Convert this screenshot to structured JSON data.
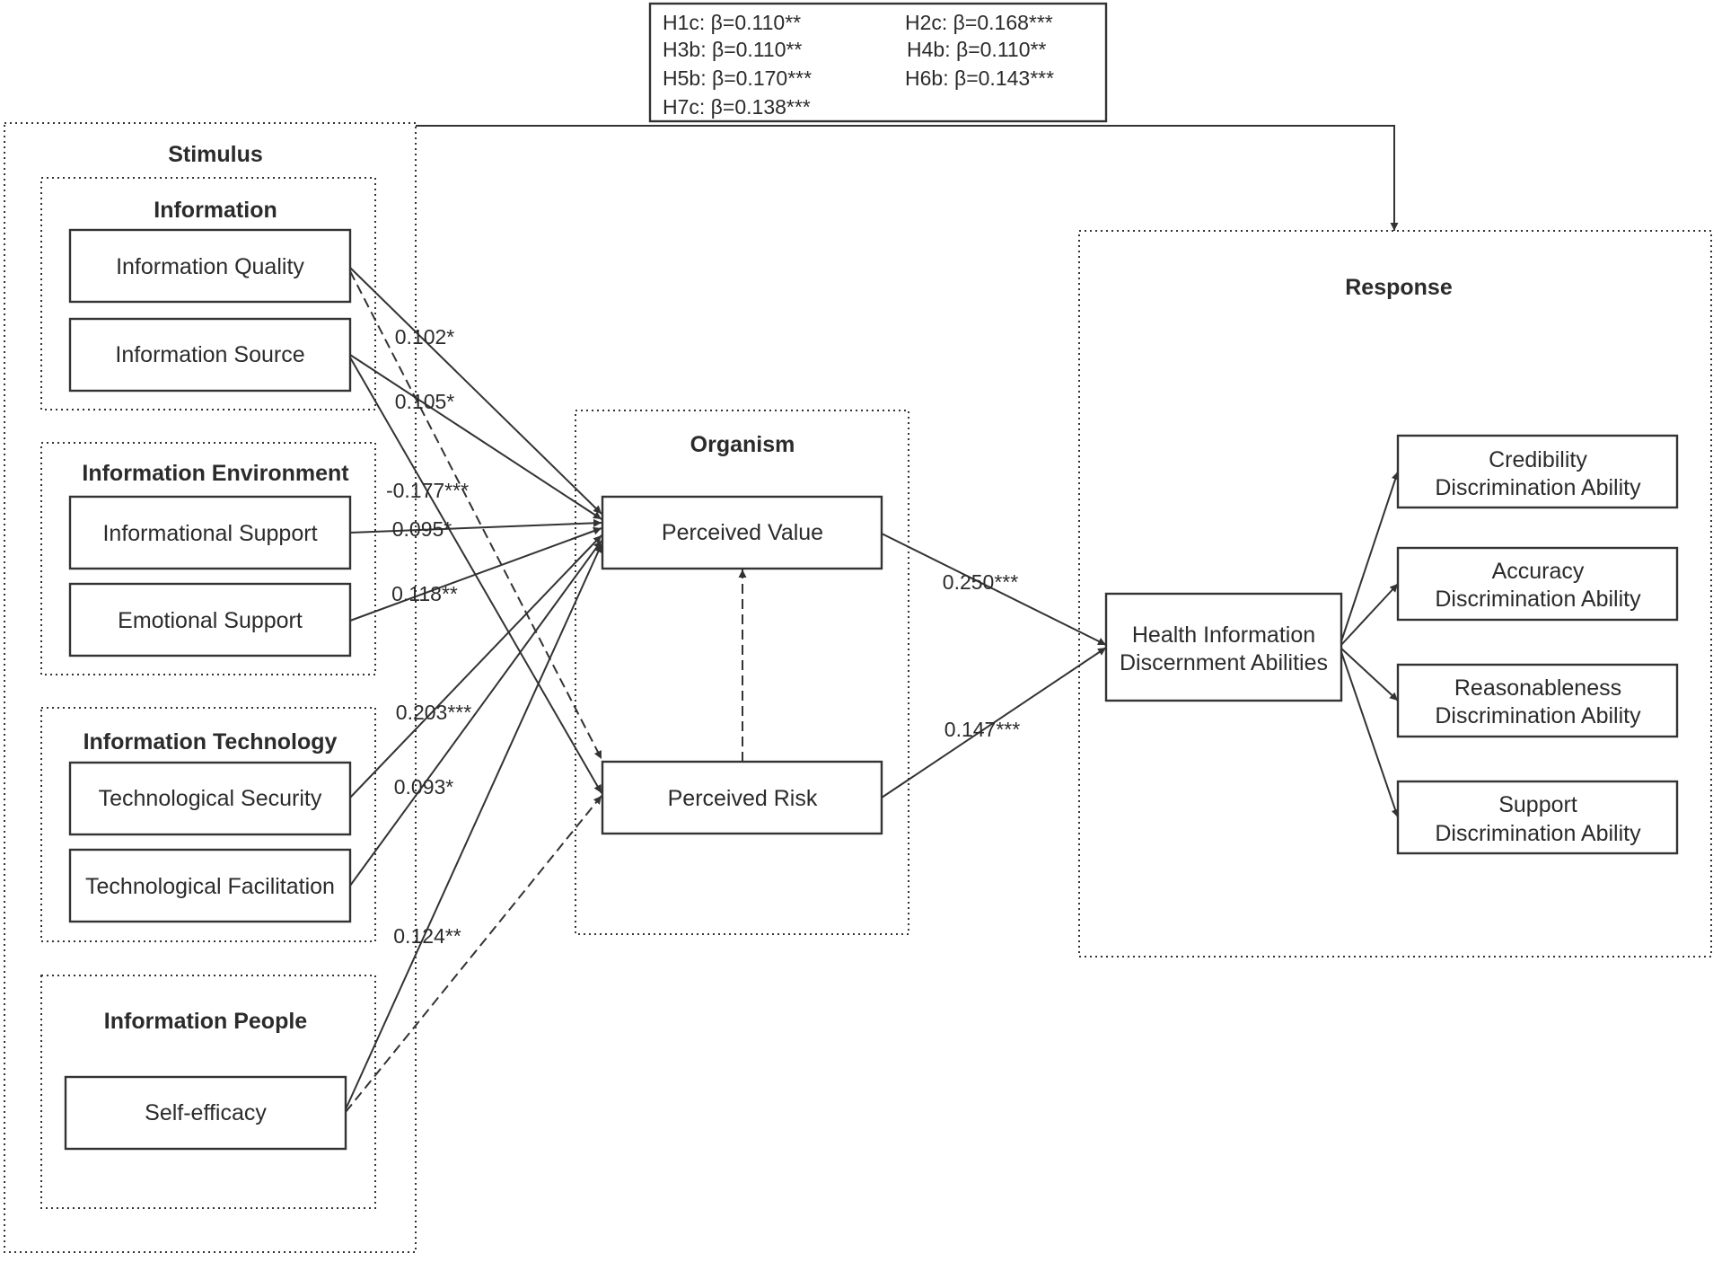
{
  "groups": {
    "stimulus": "Stimulus",
    "information": "Information",
    "environment": "Information Environment",
    "technology": "Information  Technology",
    "people": "Information People",
    "organism": "Organism",
    "response": "Response"
  },
  "nodes": {
    "quality": "Information Quality",
    "source": "Information Source",
    "informational_support": "Informational Support",
    "emotional_support": "Emotional Support",
    "tech_security": "Technological Security",
    "tech_facilitation": "Technological Facilitation",
    "self_efficacy": "Self-efficacy",
    "perceived_value": "Perceived Value",
    "perceived_risk": "Perceived Risk",
    "hida_line1": "Health Information",
    "hida_line2": "Discernment Abilities",
    "credibility_line1": "Credibility",
    "credibility_line2": "Discrimination Ability",
    "accuracy_line1": "Accuracy",
    "accuracy_line2": "Discrimination Ability",
    "reasonableness_line1": "Reasonableness",
    "reasonableness_line2": "Discrimination Ability",
    "support_line1": "Support",
    "support_line2": "Discrimination Ability"
  },
  "path_labels": {
    "quality_value": "0.102*",
    "source_value": "0.105*",
    "source_risk": "-0.177***",
    "informational_value": "0.095*",
    "emotional_value": "0.118**",
    "security_value": "0.203***",
    "facilitation_value": "0.093*",
    "selfefficacy_value": "0.124**",
    "value_hida": "0.250***",
    "risk_hida": "0.147***"
  },
  "legend": {
    "h1c": "H1c:  β=0.110**",
    "h2c": "H2c:  β=0.168***",
    "h3b": "H3b:  β=0.110**",
    "h4b": "H4b:  β=0.110**",
    "h5b": "H5b:  β=0.170***",
    "h6b": "H6b:  β=0.143***",
    "h7c": "H7c:  β=0.138***"
  }
}
